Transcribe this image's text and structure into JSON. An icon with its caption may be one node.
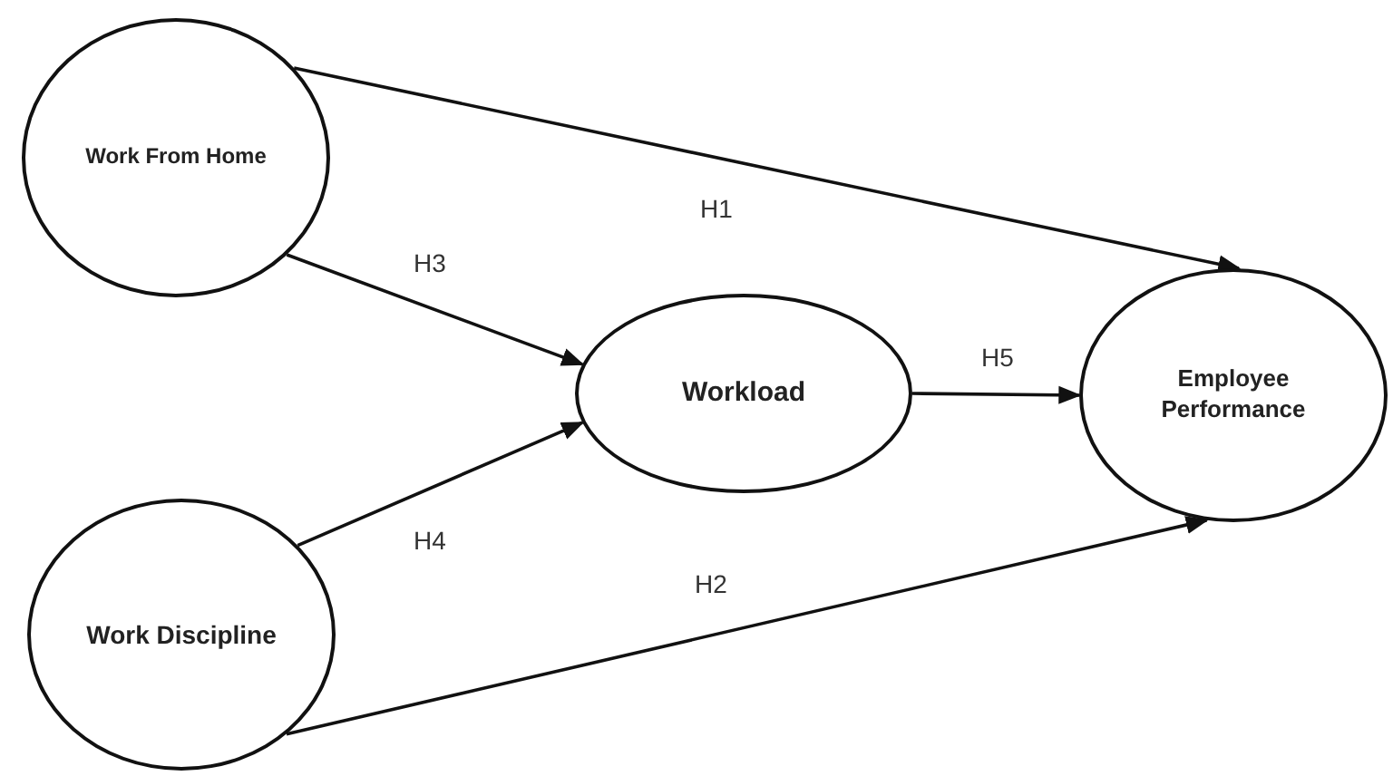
{
  "diagram": {
    "nodes": [
      {
        "text": [
          "Work From Home"
        ]
      },
      {
        "text": [
          "Workload"
        ]
      },
      {
        "text": [
          "Employee Performance"
        ]
      },
      {
        "text": [
          "Work Discipline"
        ]
      }
    ],
    "edges": [
      {
        "from": 0,
        "to": 2,
        "arrow": "to",
        "label": "H1"
      },
      {
        "from": 0,
        "to": 1,
        "arrow": "to",
        "label": "H3"
      },
      {
        "from": 3,
        "to": 1,
        "arrow": "to",
        "label": "H4"
      },
      {
        "from": 1,
        "to": 2,
        "arrow": "to",
        "label": "H5"
      },
      {
        "from": 3,
        "to": 2,
        "arrow": "to",
        "label": "H2"
      }
    ]
  }
}
